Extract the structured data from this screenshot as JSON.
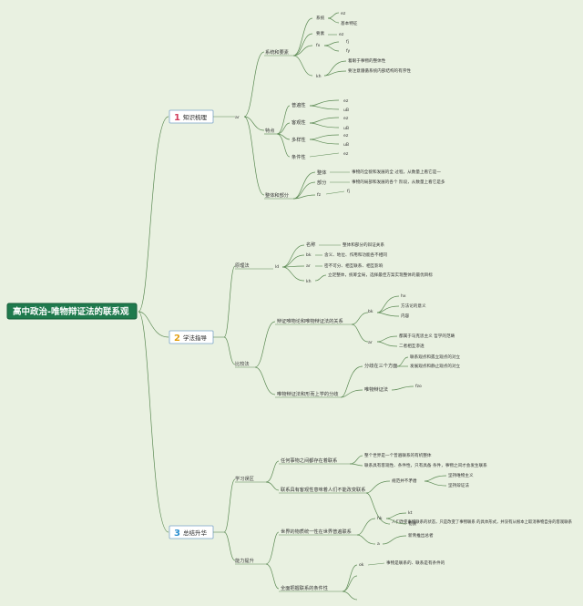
{
  "root": "高中政治-唯物辩证法的联系观",
  "sections": [
    {
      "num": "1",
      "label": "知识梳理",
      "color": "#d23c5a"
    },
    {
      "num": "2",
      "label": "学法指导",
      "color": "#e2a013"
    },
    {
      "num": "3",
      "label": "总结升华",
      "color": "#2b8fd0"
    }
  ],
  "s1": {
    "a": "ar",
    "xitong": "系统和要素",
    "xitong_k": "系统",
    "xitong_k1": "ez",
    "xitong_k2": "基本特征",
    "yaosu": "要素",
    "yaosu1": "ez",
    "fx": "fx",
    "fx1": "fj",
    "fx2": "fy",
    "kh": "kh",
    "kh1": "着眼于事物的整体性",
    "kh2": "要注意遵循系统内部结构的有序性",
    "tedian": "特点",
    "pu": "普遍性",
    "pu1": "ez",
    "pu2": "uB",
    "ke": "客观性",
    "ke1": "ez",
    "ke2": "uB",
    "duo": "多样性",
    "duo1": "ez",
    "duo2": "uB",
    "tiao": "条件性",
    "tiao1": "ez",
    "zhengti": "整体和部分",
    "zt": "整体",
    "zt1": "事物的全貌和发展的全 过程，从数量上看它是一",
    "bf": "部分",
    "bf1": "事物的局部和发展的各个 阶段，从数量上看它是多",
    "fz": "fz",
    "fz1": "fj"
  },
  "s2": {
    "yuanli": "原理法",
    "ld": "ld",
    "mc": "名称",
    "mc1": "整体和部分的辩证关系",
    "bk": "bk",
    "bk1": "含义、地位、作用和功能各不相同",
    "ar": "ar",
    "ar1": "密不可分、相互联系、相互影响",
    "kh": "kh",
    "kh1": "立足整体，统筹全局，选择最佳方案实现整体的最优目标",
    "bijiao": "比较法",
    "bz": "辩证唯物论和唯物辩证法的关系",
    "bk2": "bk",
    "hx": "hx",
    "ff": "方法论的意义",
    "nr": "内容",
    "ar2": "ar",
    "ar2a": "都属于马克思主义 哲学的范畴",
    "ar2b": "二者相互渗透",
    "fb": "唯物辩证法和形而上学的分歧",
    "fen": "分歧在三个方面",
    "fen1": "联系观点和孤立观点的对立",
    "fen2": "发展观点和静止观点的对立",
    "wz": "唯物辩证法",
    "wz1": "fzo"
  },
  "s3": {
    "xuexi": "学习误区",
    "w1": "任何事物之间都存在着联系",
    "w1a": "整个世界是一个普遍联系的有机整体",
    "w1b": "联系具有客观性、条件性，只有具备 条件，事物之间才会发生联系",
    "w2": "联系具有客观性意味着人们不能改变联系",
    "w2a": "规范并不矛盾",
    "w2a1": "坚持唯物主义",
    "w2a2": "坚持辩证法",
    "w2b": "人们改变事物联系的状态，只是改变了事物联系 的具体形式，并没有从根本上取消事物自身的客观联系",
    "tisheng": "能力提升",
    "t1": "世界的物质统一性在世界普遍联系",
    "hk": "hk",
    "kt": "kt",
    "ws": "物质",
    "a2": "a",
    "a2a": "新青推出总者",
    "t2": "全面把握联系的条件性",
    "ok": "ok",
    "ok1": "事物是联系的、联系是有条件的"
  }
}
